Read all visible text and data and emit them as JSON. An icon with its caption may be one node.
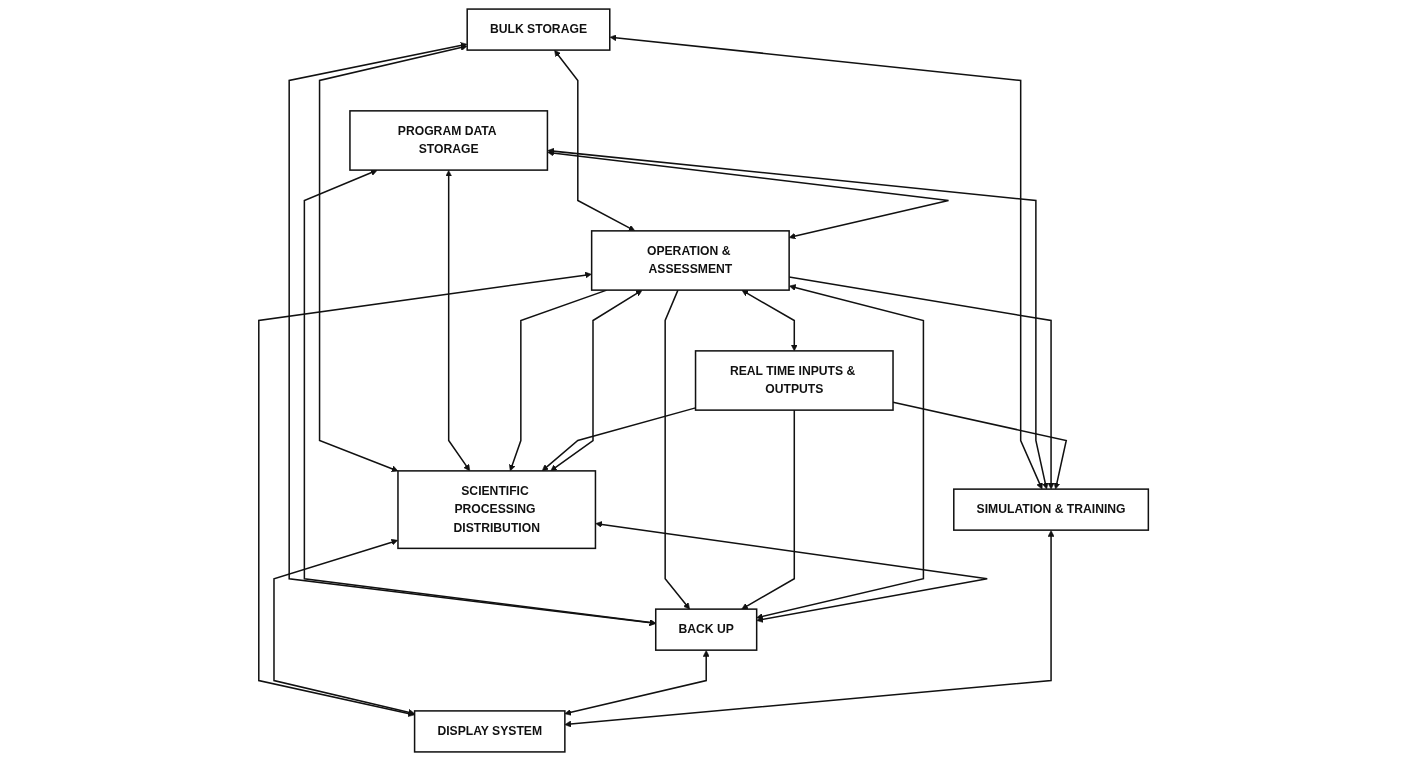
{
  "diagram": {
    "nodes": [
      {
        "text": [
          "BULK STORAGE"
        ]
      },
      {
        "text": [
          "PROGRAM DATA STORAGE"
        ]
      },
      {
        "text": [
          "OPERATION & ASSESSMENT"
        ]
      },
      {
        "text": [
          "SCIENTIFIC PROCESSING DISTRIBUTION"
        ]
      },
      {
        "text": [
          "SIMULATION & TRAINING"
        ]
      },
      {
        "text": [
          "BACK UP"
        ]
      },
      {
        "text": [
          "REAL TIME INPUTS & OUTPUTS"
        ]
      },
      {
        "text": [
          "DISPLAY SYSTEM"
        ]
      }
    ],
    "edges": [
      {
        "from": 0,
        "to": 2,
        "arrow": "both"
      },
      {
        "from": 0,
        "to": 3,
        "arrow": "both"
      },
      {
        "from": 0,
        "to": 4,
        "arrow": "both"
      },
      {
        "from": 0,
        "to": 5,
        "arrow": "both"
      },
      {
        "from": 1,
        "to": 2,
        "arrow": "both"
      },
      {
        "from": 1,
        "to": 3,
        "arrow": "both"
      },
      {
        "from": 1,
        "to": 4,
        "arrow": "both"
      },
      {
        "from": 1,
        "to": 5,
        "arrow": "both"
      },
      {
        "from": 2,
        "to": 6,
        "arrow": "both"
      },
      {
        "from": 2,
        "to": 3,
        "arrow": "to"
      },
      {
        "from": 2,
        "to": 4,
        "arrow": "to"
      },
      {
        "from": 2,
        "to": 5,
        "arrow": "to"
      },
      {
        "from": 6,
        "to": 3,
        "arrow": "to"
      },
      {
        "from": 6,
        "to": 4,
        "arrow": "to"
      },
      {
        "from": 6,
        "to": 5,
        "arrow": "to"
      },
      {
        "from": 2,
        "to": 3,
        "arrow": "both"
      },
      {
        "from": 2,
        "to": 5,
        "arrow": "both"
      },
      {
        "from": 2,
        "to": 7,
        "arrow": "both"
      },
      {
        "from": 3,
        "to": 5,
        "arrow": "both"
      },
      {
        "from": 3,
        "to": 7,
        "arrow": "both"
      },
      {
        "from": 5,
        "to": 7,
        "arrow": "both"
      },
      {
        "from": 4,
        "to": 7,
        "arrow": "both"
      }
    ]
  }
}
